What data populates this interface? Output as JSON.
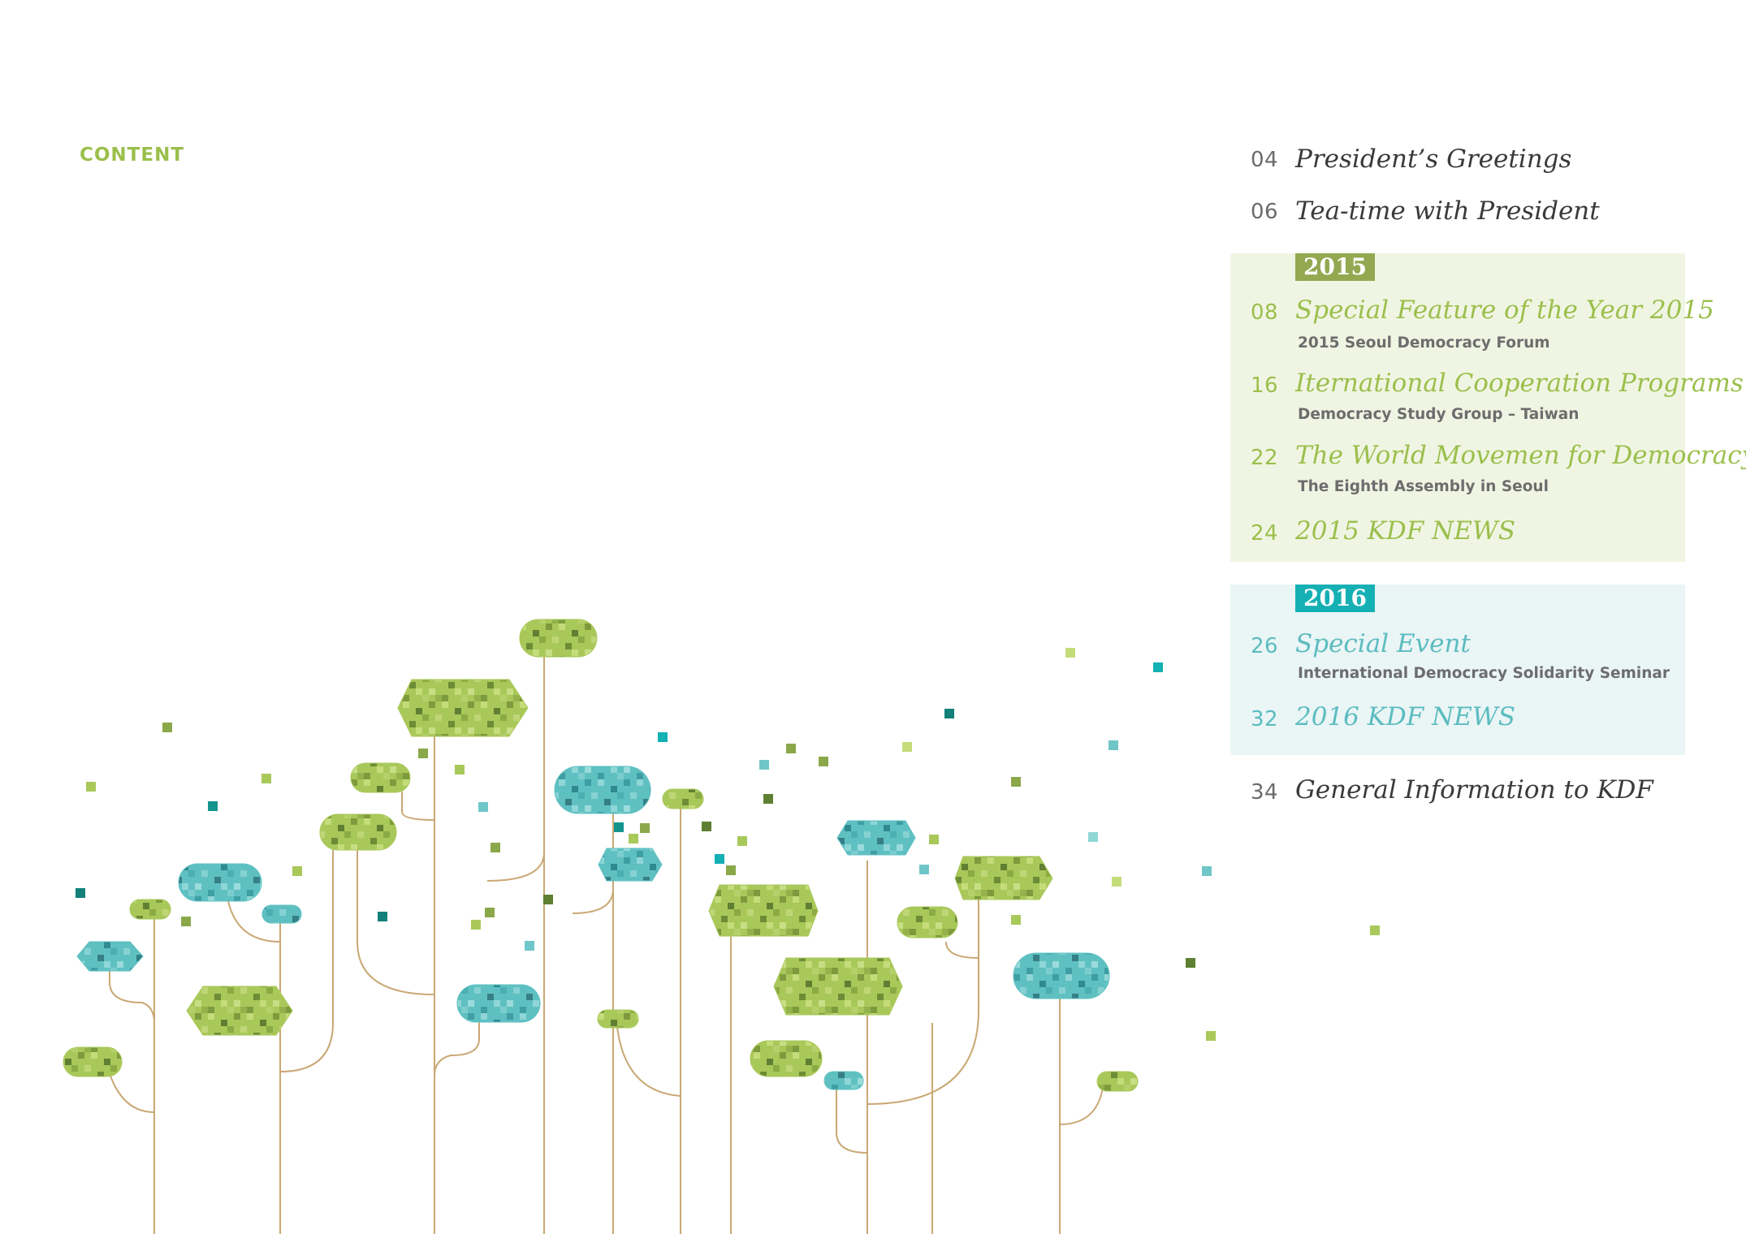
{
  "header": {
    "label": "CONTENT"
  },
  "toc": {
    "top": [
      {
        "num": "04",
        "title": "President’s Greetings"
      },
      {
        "num": "06",
        "title": "Tea-time with President"
      }
    ],
    "section_2015": {
      "year": "2015",
      "items": [
        {
          "num": "08",
          "title": "Special Feature of the Year 2015",
          "sub": "2015 Seoul Democracy Forum"
        },
        {
          "num": "16",
          "title": "Iternational Cooperation Programs",
          "sub": "Democracy Study Group – Taiwan"
        },
        {
          "num": "22",
          "title": "The World Movemen for Democracy",
          "sub": "The Eighth Assembly in Seoul"
        },
        {
          "num": "24",
          "title": "2015 KDF NEWS"
        }
      ]
    },
    "section_2016": {
      "year": "2016",
      "items": [
        {
          "num": "26",
          "title": "Special Event",
          "sub": "International Democracy Solidarity Seminar"
        },
        {
          "num": "32",
          "title": "2016 KDF NEWS"
        }
      ]
    },
    "bottom": [
      {
        "num": "34",
        "title": "General Information to KDF"
      }
    ]
  },
  "colors": {
    "green": "#9bbf4c",
    "teal": "#5cbcc0",
    "year_2015_bg": "#93a851",
    "year_2016_bg": "#15b0b4",
    "stem": "#c9a874"
  }
}
